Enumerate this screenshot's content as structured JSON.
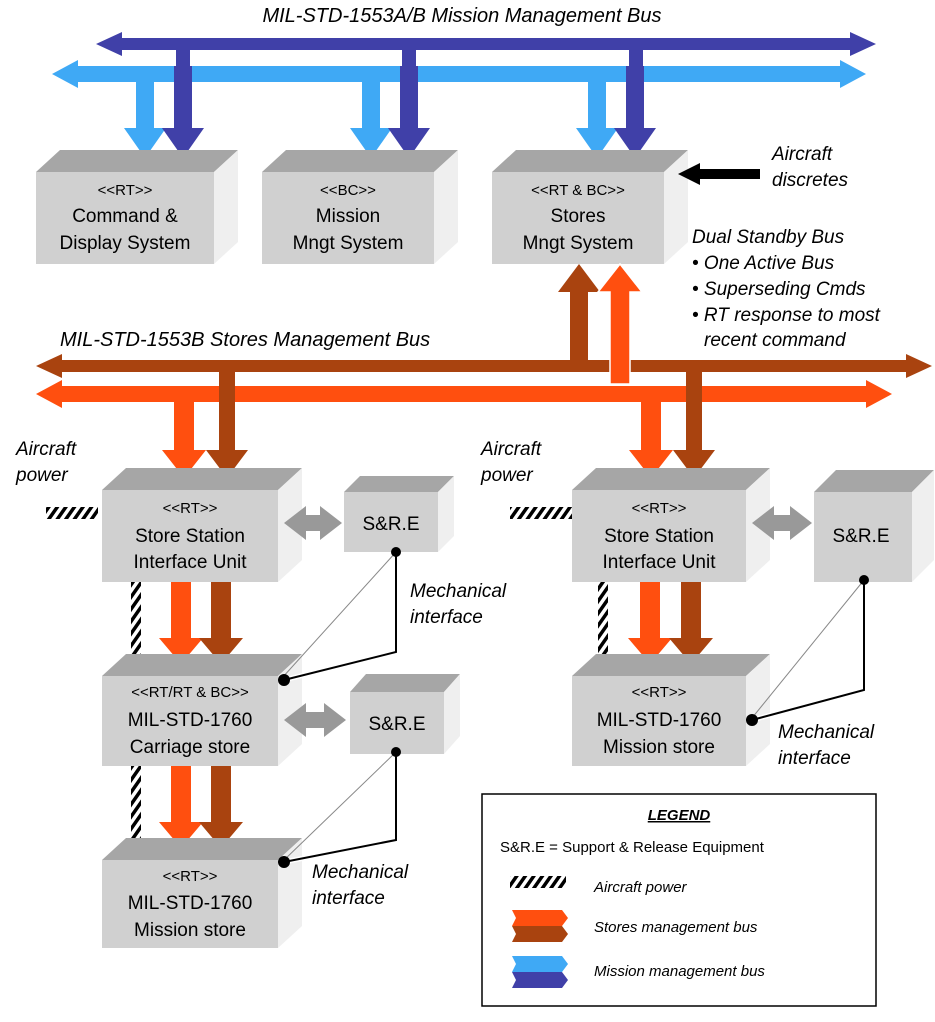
{
  "colors": {
    "mission_dark": "#4040A8",
    "mission_light": "#3FA9F5",
    "stores_dark": "#A9430F",
    "stores_light": "#FF4F0F",
    "grey_arrow": "#999999",
    "box_front": "#D0D0D0"
  },
  "titles": {
    "mission_bus": "MIL-STD-1553A/B Mission Management Bus",
    "stores_bus": "MIL-STD-1553B Stores Management Bus"
  },
  "boxes": {
    "cds": {
      "stereo": "<<RT>>",
      "line1": "Command &",
      "line2": "Display System"
    },
    "mms": {
      "stereo": "<<BC>>",
      "line1": "Mission",
      "line2": "Mngt System"
    },
    "sms": {
      "stereo": "<<RT & BC>>",
      "line1": "Stores",
      "line2": "Mngt System"
    },
    "ssiu_left": {
      "stereo": "<<RT>>",
      "line1": "Store Station",
      "line2": "Interface Unit"
    },
    "ssiu_right": {
      "stereo": "<<RT>>",
      "line1": "Store Station",
      "line2": "Interface Unit"
    },
    "sre_1": {
      "label": "S&R.E"
    },
    "sre_2": {
      "label": "S&R.E"
    },
    "sre_3": {
      "label": "S&R.E"
    },
    "carriage": {
      "stereo": "<<RT/RT & BC>>",
      "line1": "MIL-STD-1760",
      "line2": "Carriage store"
    },
    "mission_store_left": {
      "stereo": "<<RT>>",
      "line1": "MIL-STD-1760",
      "line2": "Mission store"
    },
    "mission_store_right": {
      "stereo": "<<RT>>",
      "line1": "MIL-STD-1760",
      "line2": "Mission store"
    }
  },
  "notes": {
    "aircraft_discretes_1": "Aircraft",
    "aircraft_discretes_2": "discretes",
    "dual_title": "Dual Standby Bus",
    "dual_bullets": [
      "• One Active Bus",
      "• Superseding  Cmds",
      "• RT response to most"
    ],
    "dual_cont": "recent command",
    "power_left_1": "Aircraft",
    "power_left_2": "power",
    "power_right_1": "Aircraft",
    "power_right_2": "power",
    "mech_1a": "Mechanical",
    "mech_1b": "interface",
    "mech_2a": "Mechanical",
    "mech_2b": "interface",
    "mech_3a": "Mechanical",
    "mech_3b": "interface"
  },
  "legend": {
    "title": "LEGEND",
    "sre_def": "S&R.E  =  Support & Release Equipment",
    "power": "Aircraft power",
    "stores": "Stores management bus",
    "mission": "Mission management bus"
  }
}
